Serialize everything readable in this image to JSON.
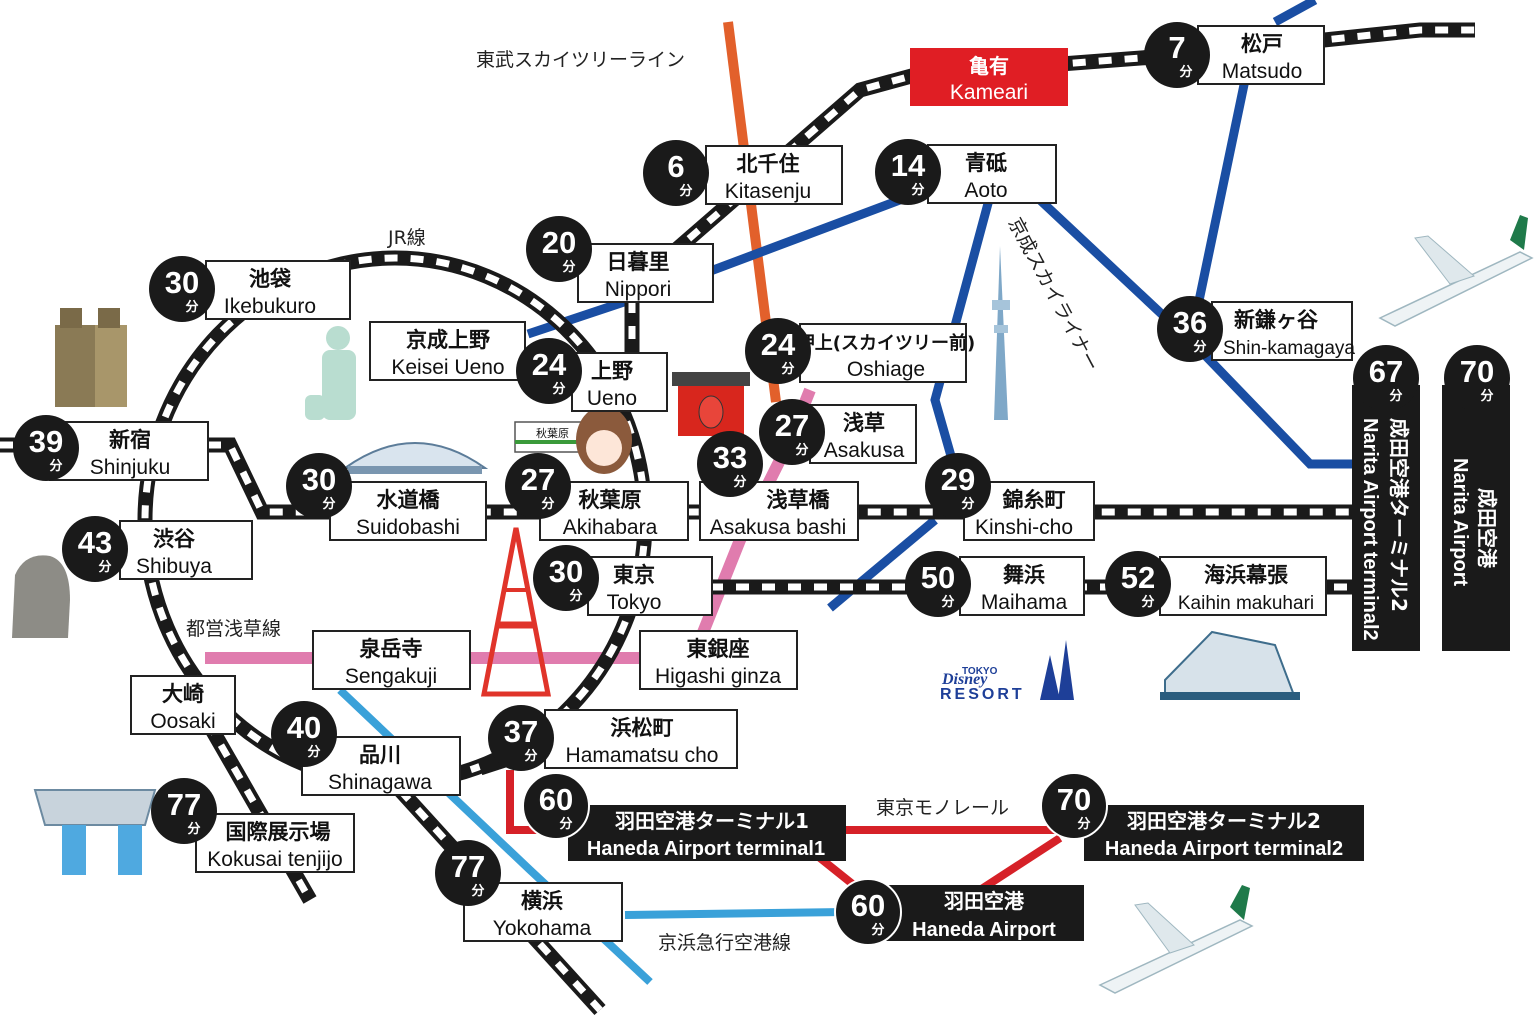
{
  "line_labels": {
    "tobu": "東武スカイツリーライン",
    "jr": "JR線",
    "keisei": "京成スカイライナー",
    "asakusa": "都営浅草線",
    "monorail": "東京モノレール",
    "keikyu": "京浜急行空港線"
  },
  "minute_unit": "分",
  "colors": {
    "tobu_orange": "#e2602b",
    "keisei_blue": "#1a4ea3",
    "asakusa_pink": "#e07cae",
    "monorail_red": "#d62128",
    "keikyu_blue": "#3aa1d9",
    "track_black": "#1a1a1a",
    "highlight_red": "#e01e24"
  },
  "stations": {
    "kameari": {
      "jp": "亀有",
      "en": "Kameari"
    },
    "matsudo": {
      "min": "7",
      "jp": "松戸",
      "en": "Matsudo"
    },
    "kitasenju": {
      "min": "6",
      "jp": "北千住",
      "en": "Kitasenju"
    },
    "aoto": {
      "min": "14",
      "jp": "青砥",
      "en": "Aoto"
    },
    "nippori": {
      "min": "20",
      "jp": "日暮里",
      "en": "Nippori"
    },
    "ikebukuro": {
      "min": "30",
      "jp": "池袋",
      "en": "Ikebukuro"
    },
    "keisei_ueno": {
      "jp": "京成上野",
      "en": "Keisei Ueno"
    },
    "ueno": {
      "min": "24",
      "jp": "上野",
      "en": "Ueno"
    },
    "oshiage": {
      "min": "24",
      "jp": "押上(スカイツリー前)",
      "en": "Oshiage"
    },
    "shin_kamagaya": {
      "min": "36",
      "jp": "新鎌ヶ谷",
      "en": "Shin-kamagaya"
    },
    "asakusa": {
      "min": "27",
      "jp": "浅草",
      "en": "Asakusa"
    },
    "shinjuku": {
      "min": "39",
      "jp": "新宿",
      "en": "Shinjuku"
    },
    "suidobashi": {
      "min": "30",
      "jp": "水道橋",
      "en": "Suidobashi"
    },
    "akihabara": {
      "min": "27",
      "jp": "秋葉原",
      "en": "Akihabara"
    },
    "asakusa_bashi": {
      "min": "33",
      "jp": "浅草橋",
      "en": "Asakusa bashi"
    },
    "kinshicho": {
      "min": "29",
      "jp": "錦糸町",
      "en": "Kinshi-cho"
    },
    "shibuya": {
      "min": "43",
      "jp": "渋谷",
      "en": "Shibuya"
    },
    "tokyo": {
      "min": "30",
      "jp": "東京",
      "en": "Tokyo"
    },
    "maihama": {
      "min": "50",
      "jp": "舞浜",
      "en": "Maihama"
    },
    "kaihin": {
      "min": "52",
      "jp": "海浜幕張",
      "en": "Kaihin makuhari"
    },
    "sengakuji": {
      "jp": "泉岳寺",
      "en": "Sengakuji"
    },
    "higashi_ginza": {
      "jp": "東銀座",
      "en": "Higashi ginza"
    },
    "oosaki": {
      "jp": "大崎",
      "en": "Oosaki"
    },
    "shinagawa": {
      "min": "40",
      "jp": "品川",
      "en": "Shinagawa"
    },
    "hamamatsucho": {
      "min": "37",
      "jp": "浜松町",
      "en": "Hamamatsu cho"
    },
    "haneda_t1": {
      "min": "60",
      "jp": "羽田空港ターミナル1",
      "en": "Haneda Airport terminal1"
    },
    "haneda_t2": {
      "min": "70",
      "jp": "羽田空港ターミナル2",
      "en": "Haneda Airport terminal2"
    },
    "haneda": {
      "min": "60",
      "jp": "羽田空港",
      "en": "Haneda Airport"
    },
    "kokusai": {
      "min": "77",
      "jp": "国際展示場",
      "en": "Kokusai tenjijo"
    },
    "yokohama": {
      "min": "77",
      "jp": "横浜",
      "en": "Yokohama"
    },
    "narita_t2": {
      "min": "67",
      "jp": "成田空港ターミナル2",
      "en": "Narita Airport terminal2"
    },
    "narita": {
      "min": "70",
      "jp": "成田空港",
      "en": "Narita Airport"
    }
  },
  "landmarks": {
    "akihabara_sign": "秋葉原",
    "disney_small": "TOKYO",
    "disney_brand": "Disney",
    "disney_resort": "RESORT"
  }
}
